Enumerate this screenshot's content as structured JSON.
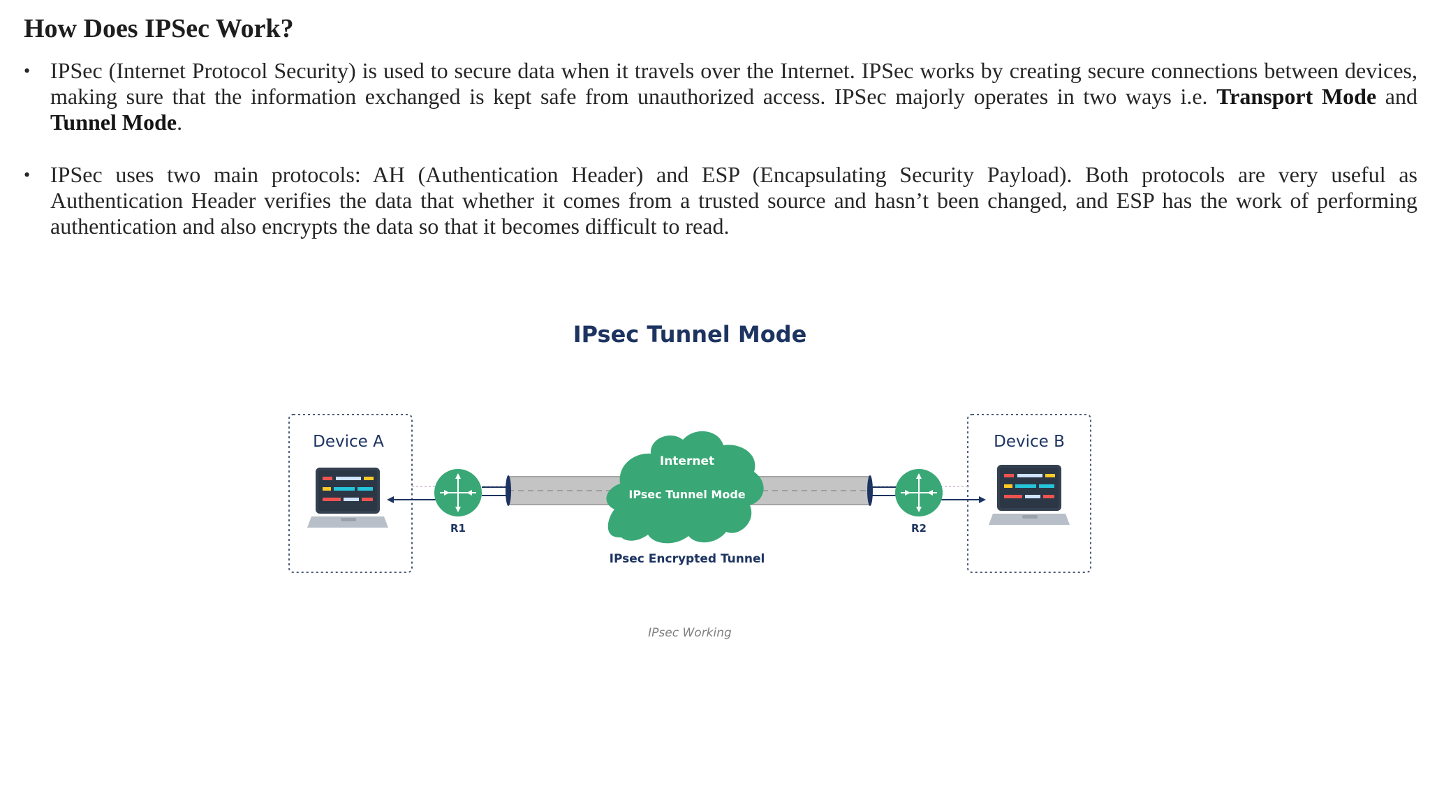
{
  "heading": "How Does IPSec Work?",
  "paragraphs": [
    {
      "parts": [
        {
          "text": "IPSec (Internet Protocol Security) is used to secure data when it travels over the Internet. IPSec works by creating secure connections between devices, making sure that the information exchanged is kept safe from unauthorized access. IPSec majorly operates in two ways i.e. ",
          "bold": false
        },
        {
          "text": "Transport Mode",
          "bold": true
        },
        {
          "text": " and ",
          "bold": false
        },
        {
          "text": "Tunnel Mode",
          "bold": true
        },
        {
          "text": ".",
          "bold": false
        }
      ]
    },
    {
      "parts": [
        {
          "text": "IPSec uses two main protocols: AH (Authentication Header) and ESP (Encapsulating Security Payload). Both protocols are very useful as Authentication Header verifies the data that whether it comes from a trusted source and hasn’t been changed, and ESP has the work of performing authentication and also encrypts the data so that it becomes difficult to read.",
          "bold": false
        }
      ]
    }
  ],
  "diagram": {
    "title": "IPsec Tunnel Mode",
    "device_a": "Device A",
    "device_b": "Device B",
    "router_1": "R1",
    "router_2": "R2",
    "cloud_label": "Internet",
    "tunnel_label": "IPsec Tunnel Mode",
    "tunnel_caption": "IPsec Encrypted Tunnel",
    "caption": "IPsec Working",
    "colors": {
      "navy": "#1d3461",
      "green": "#3aa876",
      "tunnel_gray": "#c4c4c4",
      "box_border": "#4a5a78"
    }
  }
}
